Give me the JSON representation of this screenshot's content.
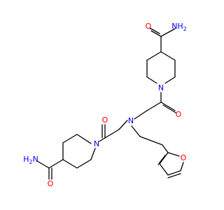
{
  "atom_labels": {
    "o_top_amide": "O",
    "nh2_top": "NH",
    "nh2_top_sub": "2",
    "n_ring_top": "N",
    "o_mid_right": "O",
    "o_mid_left": "O",
    "n_amine": "N",
    "n_ring_left": "N",
    "h2n_left": "H",
    "h2n_left_sub": "2",
    "h2n_left_n": "N",
    "o_bottom_amide": "O",
    "o_furan": "O"
  },
  "colors": {
    "oxygen": "#ff0000",
    "nitrogen": "#0000ff",
    "bond": "#000000",
    "background": "#ffffff"
  }
}
